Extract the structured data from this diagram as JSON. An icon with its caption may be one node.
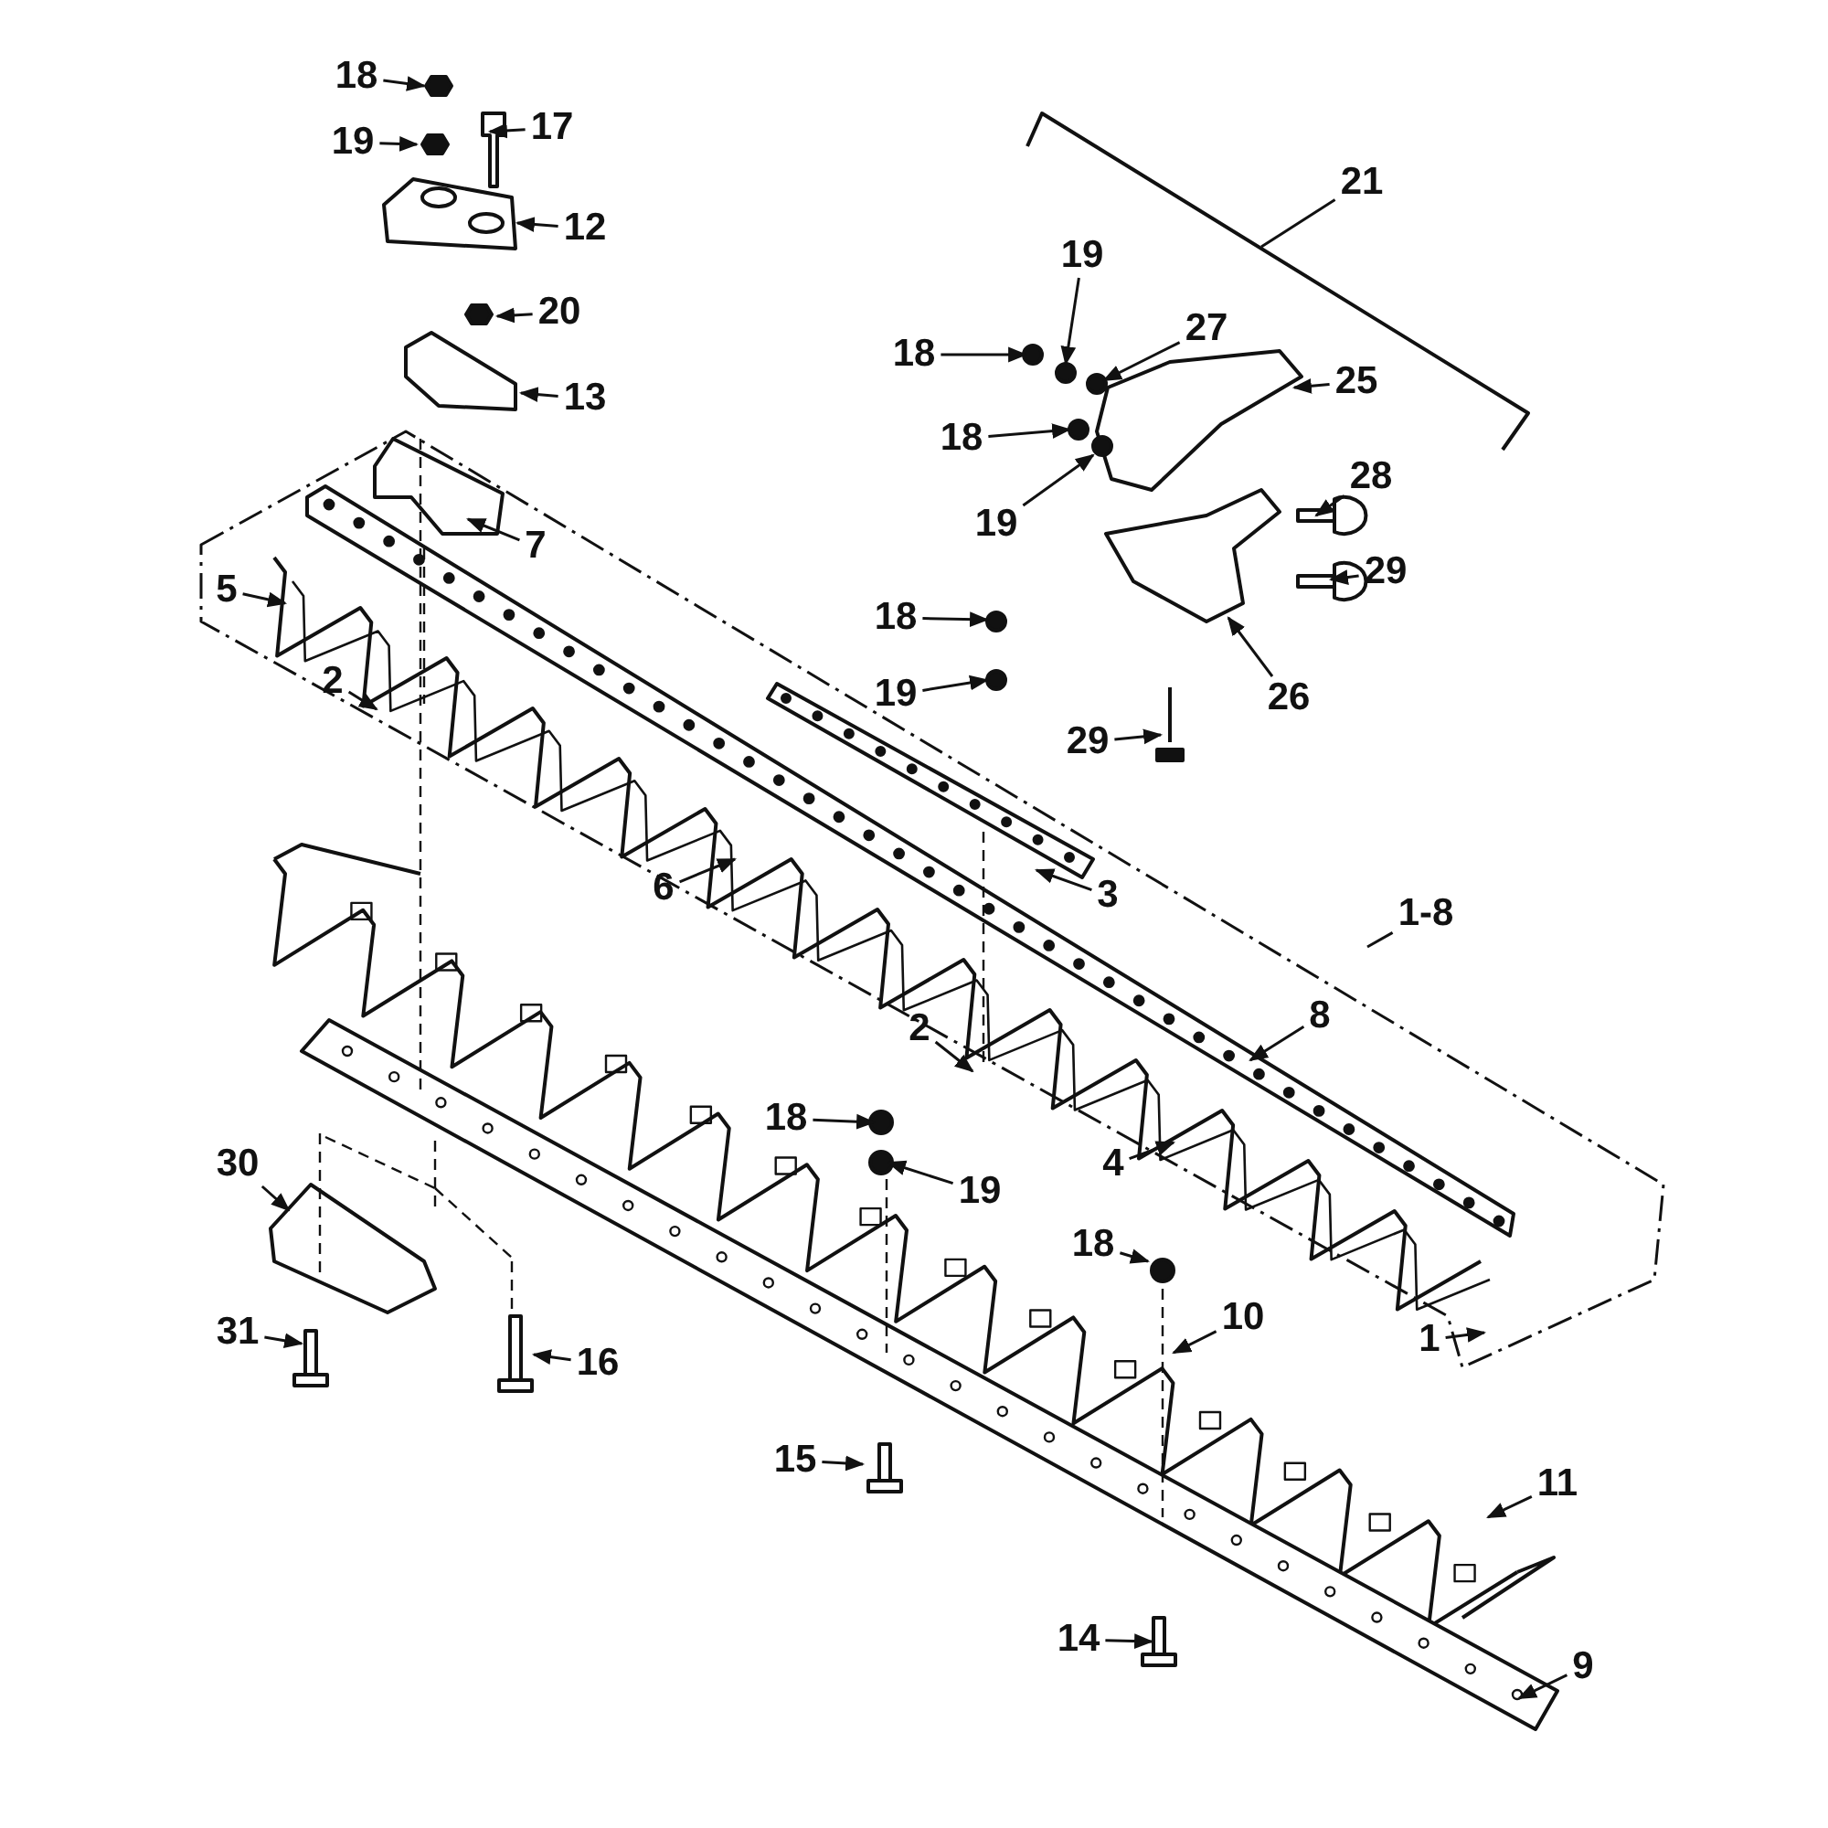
{
  "diagram": {
    "nodes": [
      {
        "text": [
          "18"
        ]
      },
      {
        "text": [
          "17"
        ]
      },
      {
        "text": [
          "19"
        ]
      },
      {
        "text": [
          "12"
        ]
      },
      {
        "text": [
          "20"
        ]
      },
      {
        "text": [
          "13"
        ]
      },
      {
        "text": [
          "21"
        ]
      },
      {
        "text": [
          "19"
        ]
      },
      {
        "text": [
          "18"
        ]
      },
      {
        "text": [
          "27"
        ]
      },
      {
        "text": [
          "25"
        ]
      },
      {
        "text": [
          "18"
        ]
      },
      {
        "text": [
          "19"
        ]
      },
      {
        "text": [
          "28"
        ]
      },
      {
        "text": [
          "18"
        ]
      },
      {
        "text": [
          "19"
        ]
      },
      {
        "text": [
          "29"
        ]
      },
      {
        "text": [
          "7"
        ]
      },
      {
        "text": [
          "5"
        ]
      },
      {
        "text": [
          "29"
        ]
      },
      {
        "text": [
          "26"
        ]
      },
      {
        "text": [
          "2"
        ]
      },
      {
        "text": [
          "3"
        ]
      },
      {
        "text": [
          "6"
        ]
      },
      {
        "text": [
          "1-8"
        ]
      },
      {
        "text": [
          "8"
        ]
      },
      {
        "text": [
          "2"
        ]
      },
      {
        "text": [
          "18"
        ]
      },
      {
        "text": [
          "19"
        ]
      },
      {
        "text": [
          "4"
        ]
      },
      {
        "text": [
          "30"
        ]
      },
      {
        "text": [
          "18"
        ]
      },
      {
        "text": [
          "10"
        ]
      },
      {
        "text": [
          "1"
        ]
      },
      {
        "text": [
          "31"
        ]
      },
      {
        "text": [
          "16"
        ]
      },
      {
        "text": [
          "15"
        ]
      },
      {
        "text": [
          "11"
        ]
      },
      {
        "text": [
          "14"
        ]
      },
      {
        "text": [
          "9"
        ]
      }
    ],
    "edges": [
      {
        "from": 0,
        "to": null,
        "arrow": "to"
      },
      {
        "from": 1,
        "to": null,
        "arrow": "to"
      },
      {
        "from": 2,
        "to": null,
        "arrow": "to"
      },
      {
        "from": 3,
        "to": null,
        "arrow": "to"
      },
      {
        "from": 4,
        "to": null,
        "arrow": "to"
      },
      {
        "from": 5,
        "to": null,
        "arrow": "to"
      },
      {
        "from": 6,
        "to": null,
        "arrow": "none"
      },
      {
        "from": 7,
        "to": null,
        "arrow": "to"
      },
      {
        "from": 8,
        "to": null,
        "arrow": "to"
      },
      {
        "from": 9,
        "to": null,
        "arrow": "to"
      },
      {
        "from": 10,
        "to": null,
        "arrow": "to"
      },
      {
        "from": 11,
        "to": null,
        "arrow": "to"
      },
      {
        "from": 12,
        "to": null,
        "arrow": "to"
      },
      {
        "from": 13,
        "to": null,
        "arrow": "to"
      },
      {
        "from": 14,
        "to": null,
        "arrow": "to"
      },
      {
        "from": 15,
        "to": null,
        "arrow": "to"
      },
      {
        "from": 16,
        "to": null,
        "arrow": "to"
      },
      {
        "from": 17,
        "to": null,
        "arrow": "to"
      },
      {
        "from": 18,
        "to": null,
        "arrow": "to"
      },
      {
        "from": 19,
        "to": null,
        "arrow": "to"
      },
      {
        "from": 20,
        "to": null,
        "arrow": "to"
      },
      {
        "from": 21,
        "to": null,
        "arrow": "to"
      },
      {
        "from": 22,
        "to": null,
        "arrow": "to"
      },
      {
        "from": 23,
        "to": null,
        "arrow": "to"
      },
      {
        "from": 24,
        "to": null,
        "arrow": "none"
      },
      {
        "from": 25,
        "to": null,
        "arrow": "to"
      },
      {
        "from": 26,
        "to": null,
        "arrow": "to"
      },
      {
        "from": 27,
        "to": null,
        "arrow": "to"
      },
      {
        "from": 28,
        "to": null,
        "arrow": "to"
      },
      {
        "from": 29,
        "to": null,
        "arrow": "to"
      },
      {
        "from": 30,
        "to": null,
        "arrow": "to"
      },
      {
        "from": 31,
        "to": null,
        "arrow": "to"
      },
      {
        "from": 32,
        "to": null,
        "arrow": "to"
      },
      {
        "from": 33,
        "to": null,
        "arrow": "to"
      },
      {
        "from": 34,
        "to": null,
        "arrow": "to"
      },
      {
        "from": 35,
        "to": null,
        "arrow": "to"
      },
      {
        "from": 36,
        "to": null,
        "arrow": "to"
      },
      {
        "from": 37,
        "to": null,
        "arrow": "to"
      },
      {
        "from": 38,
        "to": null,
        "arrow": "to"
      },
      {
        "from": 39,
        "to": null,
        "arrow": "to"
      }
    ]
  }
}
